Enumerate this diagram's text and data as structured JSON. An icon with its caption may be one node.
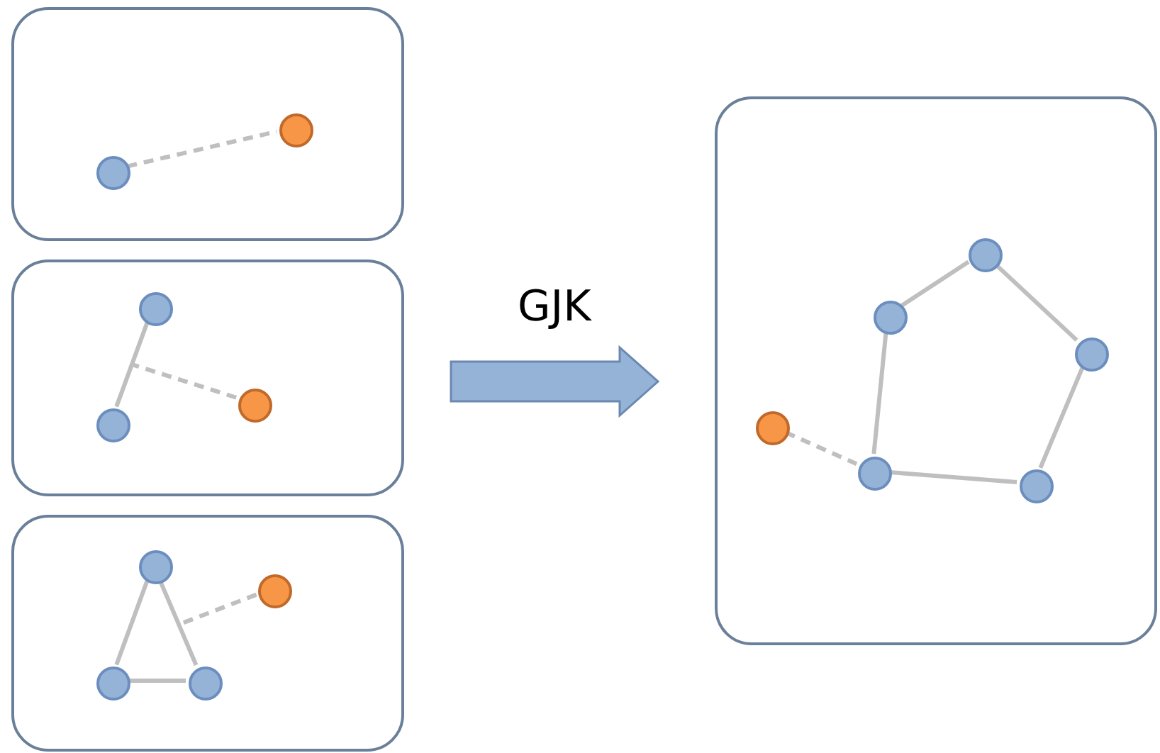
{
  "diagram": {
    "nodes": [
      {
        "text": [],
        "shape": "box"
      },
      {
        "text": [],
        "shape": "circle",
        "in": 0
      },
      {
        "text": [],
        "shape": "circle",
        "in": 0
      },
      {
        "text": [],
        "shape": "box"
      },
      {
        "text": [],
        "shape": "circle",
        "in": 3
      },
      {
        "text": [],
        "shape": "circle",
        "in": 3
      },
      {
        "text": [],
        "shape": "circle",
        "in": 3
      },
      {
        "text": [],
        "shape": "box"
      },
      {
        "text": [],
        "shape": "circle",
        "in": 7
      },
      {
        "text": [],
        "shape": "circle",
        "in": 7
      },
      {
        "text": [],
        "shape": "circle",
        "in": 7
      },
      {
        "text": [],
        "shape": "circle",
        "in": 7
      },
      {
        "text": [],
        "shape": "box"
      },
      {
        "text": [],
        "shape": "circle",
        "in": 12
      },
      {
        "text": [],
        "shape": "circle",
        "in": 12
      },
      {
        "text": [],
        "shape": "circle",
        "in": 12
      },
      {
        "text": [],
        "shape": "circle",
        "in": 12
      },
      {
        "text": [],
        "shape": "circle",
        "in": 12
      },
      {
        "text": [],
        "shape": "circle",
        "in": 12
      }
    ],
    "edges": [
      {
        "from": 1,
        "to": 2,
        "arrow": "none",
        "style": "dashed"
      },
      {
        "from": 4,
        "to": 5,
        "arrow": "none"
      },
      {
        "from": 6,
        "to": null,
        "arrow": "none",
        "style": "dashed"
      },
      {
        "from": 8,
        "to": 10,
        "arrow": "none"
      },
      {
        "from": 8,
        "to": 11,
        "arrow": "none"
      },
      {
        "from": 10,
        "to": 11,
        "arrow": "none"
      },
      {
        "from": 9,
        "to": null,
        "arrow": "none",
        "style": "dashed"
      },
      {
        "from": 13,
        "to": 14,
        "arrow": "none"
      },
      {
        "from": 13,
        "to": 15,
        "arrow": "none"
      },
      {
        "from": 15,
        "to": 18,
        "arrow": "none"
      },
      {
        "from": 18,
        "to": 17,
        "arrow": "none"
      },
      {
        "from": 17,
        "to": 14,
        "arrow": "none"
      },
      {
        "from": 16,
        "to": 17,
        "arrow": "none",
        "style": "dashed"
      },
      {
        "from": 3,
        "to": 12,
        "arrow": "to",
        "label": "GJK",
        "style": "thick",
        "color": "#95b3d7"
      }
    ]
  }
}
